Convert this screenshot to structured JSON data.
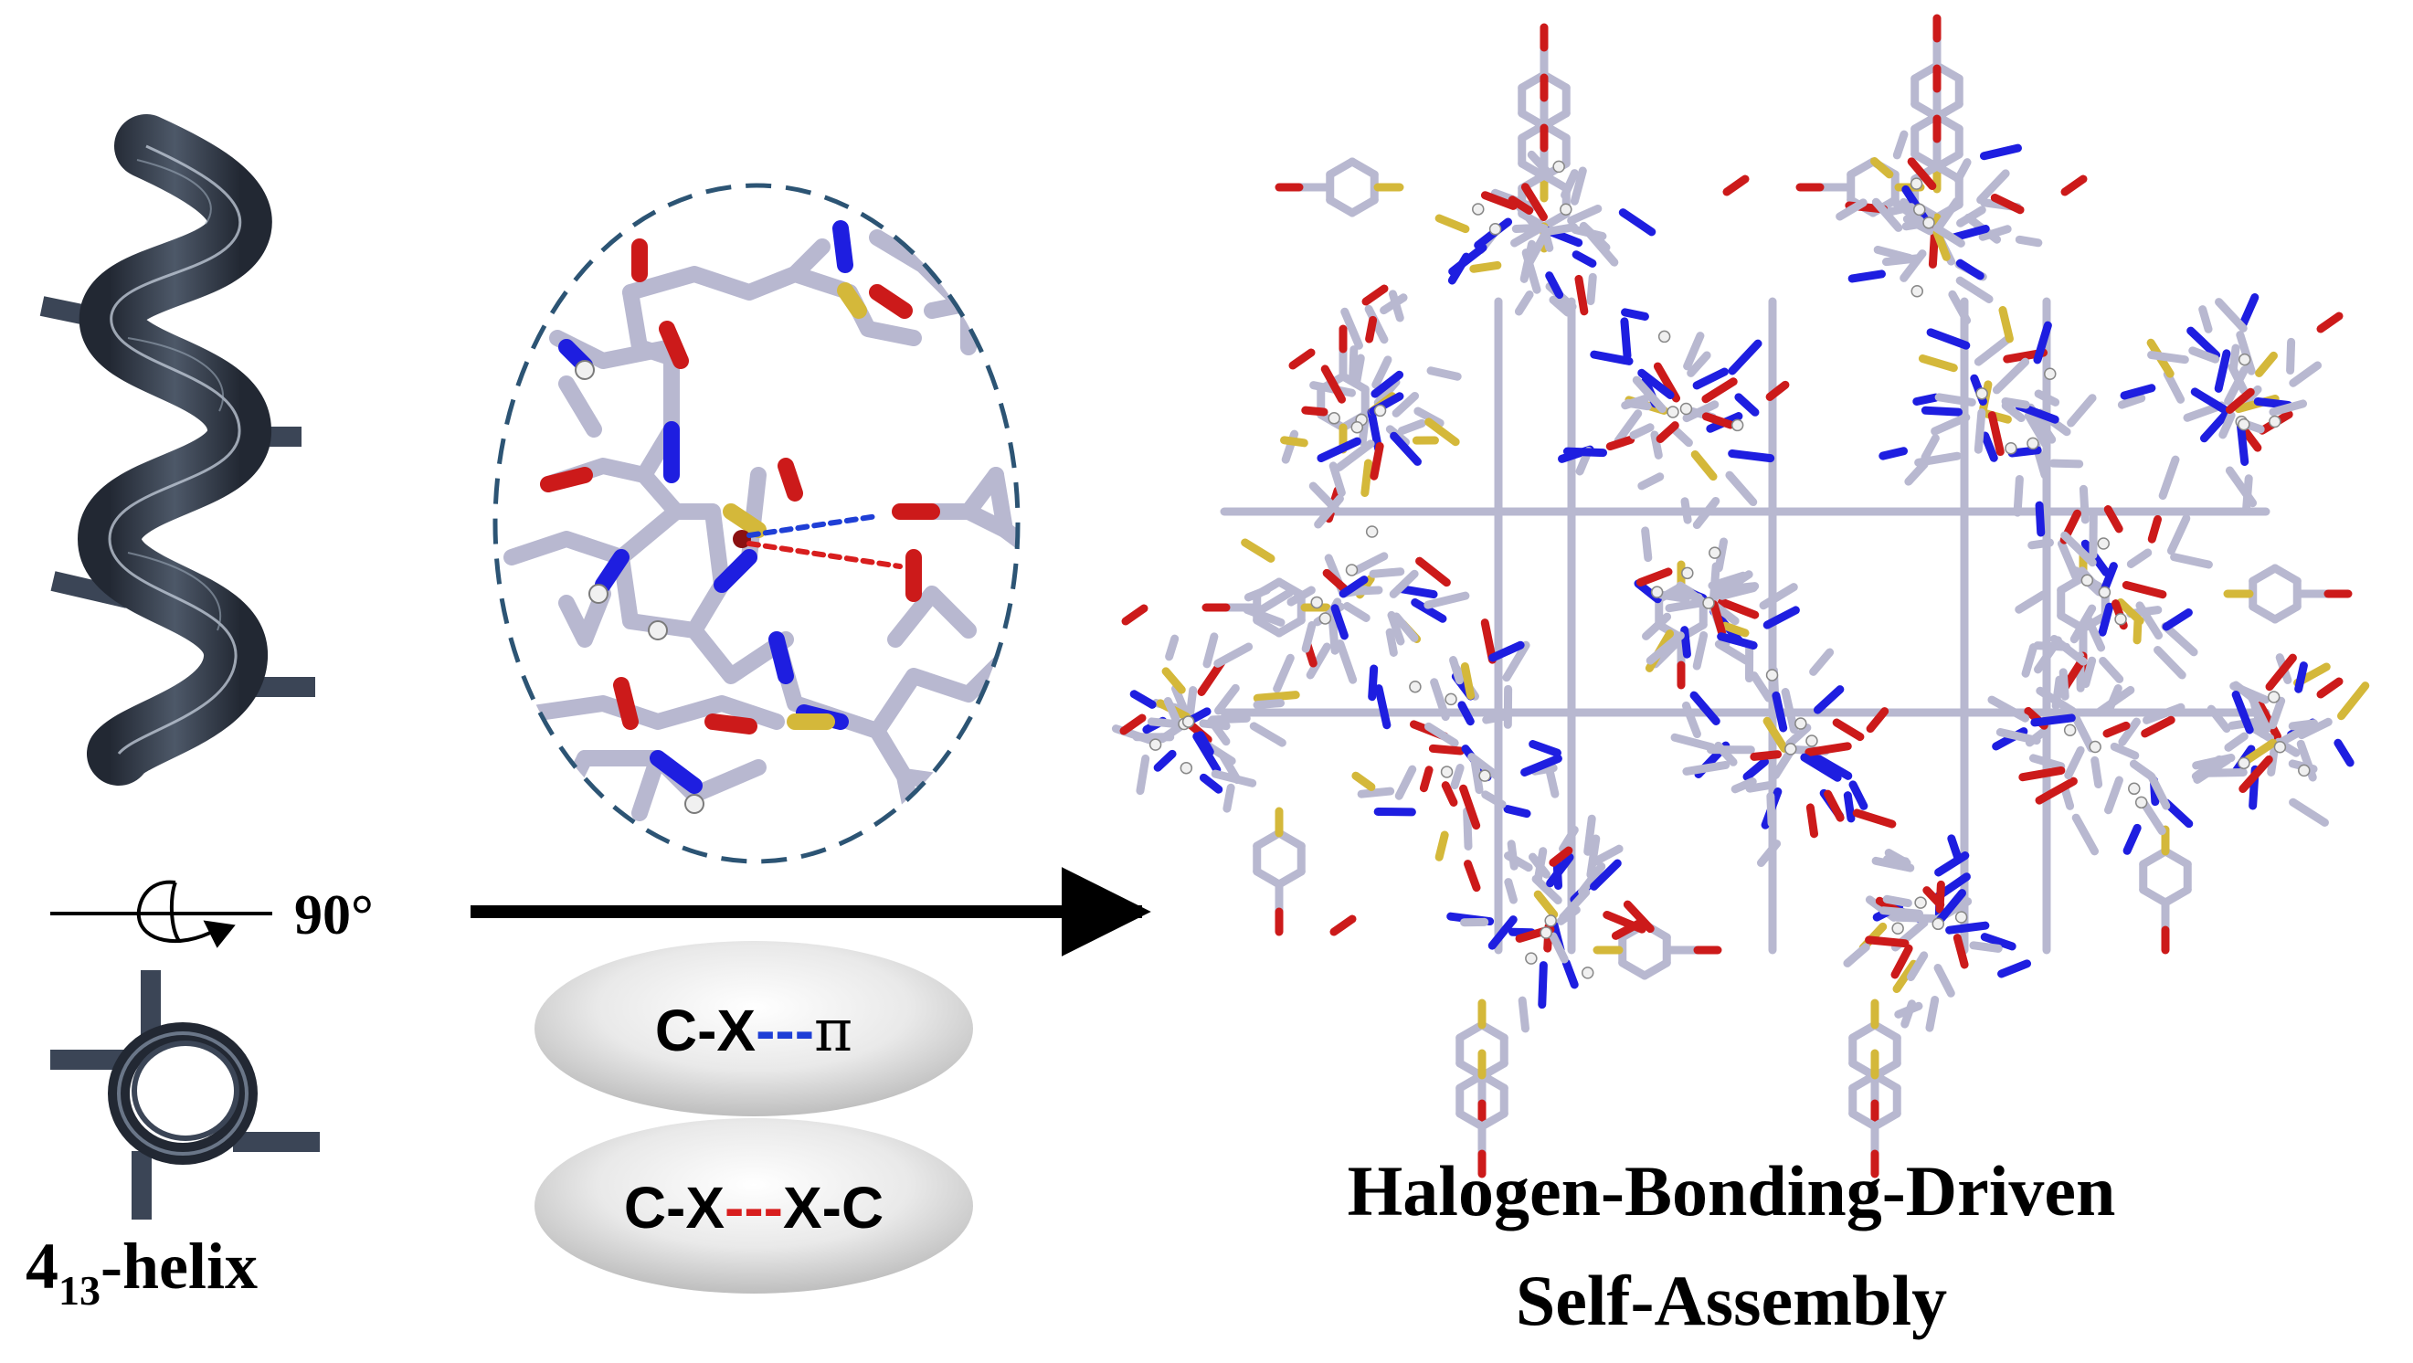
{
  "helix": {
    "label_main": "4",
    "label_sub": "13",
    "label_suffix": "-helix",
    "rotation": "90°"
  },
  "interactions": {
    "item1": {
      "prefix": "C-X",
      "dashes": "---",
      "suffix": "π",
      "dash_color": "#1f3fd6"
    },
    "item2": {
      "prefix": "C-X",
      "dashes": "---",
      "suffix": "X-C",
      "dash_color": "#d81e1e"
    }
  },
  "assembly": {
    "title_line1": "Halogen-Bonding-Driven",
    "title_line2": "Self-Assembly"
  },
  "colors": {
    "carbon": "#b8b8d0",
    "nitrogen": "#1e1ee0",
    "oxygen": "#cc1a1a",
    "sulfur": "#d4b83a",
    "hydrogen": "#f0f0f0",
    "helix_ribbon": "#3b4556",
    "halogen": "#8b1111"
  },
  "icons": {
    "helix": "alpha-helix-ribbon-icon",
    "rotate": "rotation-arrow-icon",
    "arrow": "right-arrow-icon",
    "crystal": "crystal-packing-structure-icon"
  }
}
